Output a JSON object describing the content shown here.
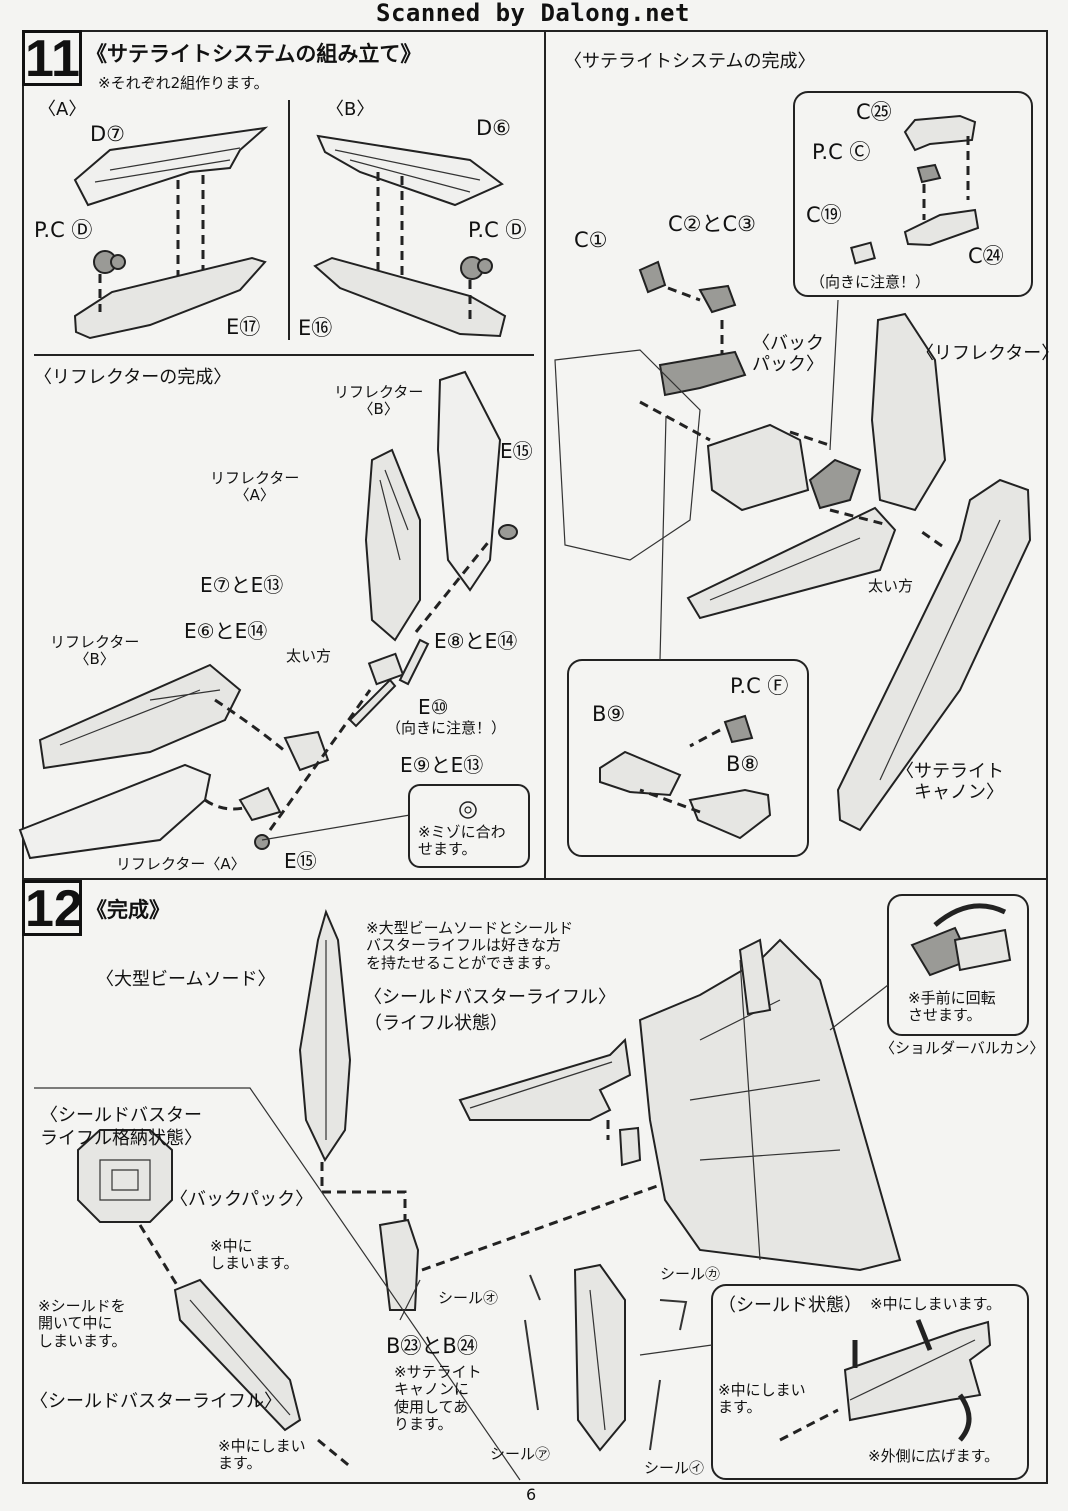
{
  "watermark": "Scanned by Dalong.net",
  "page_number": "6",
  "step11": {
    "number": "11",
    "title": "《サテライトシステムの組み立て》",
    "note": "※それぞれ2組作ります。",
    "A": {
      "label": "〈A〉",
      "top_part": "D⑦",
      "pc": "P.C Ⓓ",
      "bottom_part": "E⑰"
    },
    "B": {
      "label": "〈B〉",
      "top_part": "D⑥",
      "pc": "P.C Ⓓ",
      "bottom_part": "E⑯"
    },
    "reflector": {
      "heading": "〈リフレクターの完成〉",
      "reflector_b_top": "リフレクター\n〈B〉",
      "reflector_a_top": "リフレクター\n〈A〉",
      "e15_top": "E⑮",
      "e7_e13": "E⑦とE⑬",
      "e6_e14": "E⑥とE⑭",
      "e8_e14": "E⑧とE⑭",
      "reflector_b_left": "リフレクター\n〈B〉",
      "thick_side": "太い方",
      "e10": "E⑩",
      "e10_note": "（向きに注意！）",
      "e9_e13": "E⑨とE⑬",
      "reflector_a_bottom": "リフレクター〈A〉",
      "e15_bottom": "E⑮",
      "groove_note": "※ミゾに合わ\nせます。"
    },
    "satellite": {
      "heading": "〈サテライトシステムの完成〉",
      "c25": "C㉕",
      "pc_c": "P.C Ⓒ",
      "c19": "C⑲",
      "c24": "C㉔",
      "orientation_note": "（向きに注意！）",
      "c1": "C①",
      "c2_c3": "C②とC③",
      "backpack": "〈バック\nパック〉",
      "reflector": "〈リフレクター〉",
      "thick_side": "太い方",
      "pc_f": "P.C Ⓕ",
      "b9": "B⑨",
      "b8": "B⑧",
      "satellite_cannon": "〈サテライト\nキャノン〉"
    }
  },
  "step12": {
    "number": "12",
    "title": "《完成》",
    "choose_note": "※大型ビームソードとシールド\nバスターライフルは好きな方\nを持たせることができます。",
    "beam_sword": "〈大型ビームソード〉",
    "rifle": "〈シールドバスターライフル〉",
    "rifle_state": "（ライフル状態）",
    "storage_heading": "〈シールドバスター\nライフル格納状態〉",
    "backpack": "〈バックパック〉",
    "store_inside": "※中に\nしまいます。",
    "open_shield": "※シールドを\n開いて中に\nしまいます。",
    "rifle_bottom": "〈シールドバスターライフル〉",
    "store_inside_bottom": "※中にしまい\nます。",
    "b23_b24": "B㉓とB㉔",
    "b_note": "※サテライト\nキャノンに\n使用してあ\nります。",
    "sticker_o": "シール㋔",
    "sticker_ka": "シール㋕",
    "sticker_a": "シール㋐",
    "sticker_i": "シール㋑",
    "shoulder_note": "※手前に回転\nさせます。",
    "shoulder_vulcan": "〈ショルダーバルカン〉",
    "shield_state": "（シールド状態）",
    "shield_store": "※中にしまいます。",
    "shield_store_left": "※中にしまい\nます。",
    "shield_spread": "※外側に広げます。"
  }
}
